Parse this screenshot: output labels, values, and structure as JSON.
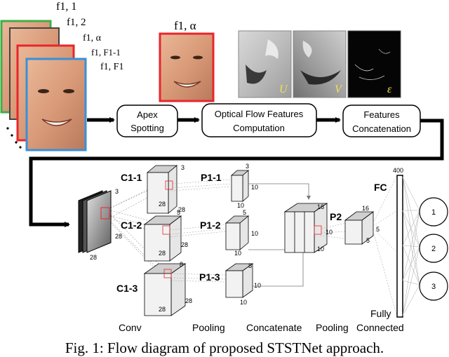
{
  "frames": {
    "labels": [
      "f1, 1",
      "f1, 2",
      "f1, α",
      "f1, F1-1",
      "f1, F1"
    ]
  },
  "apex_frame": {
    "label": "f1, α"
  },
  "flow_images": {
    "labels": [
      "U",
      "V",
      "ε"
    ]
  },
  "process_boxes": [
    {
      "line1": "Apex",
      "line2": "Spotting"
    },
    {
      "line1": "Optical Flow Features",
      "line2": "Computation"
    },
    {
      "line1": "Features",
      "line2": "Concatenation"
    }
  ],
  "input": {
    "depth": "3",
    "h": "28",
    "w": "28"
  },
  "conv_layers": [
    {
      "name": "C1-1",
      "depth": "3",
      "h": "28",
      "w": "28"
    },
    {
      "name": "C1-2",
      "depth": "5",
      "h": "28",
      "w": "28"
    },
    {
      "name": "C1-3",
      "depth": "8",
      "h": "28",
      "w": "28"
    }
  ],
  "pool_layers": [
    {
      "name": "P1-1",
      "depth": "3",
      "h": "10",
      "w": "10"
    },
    {
      "name": "P1-2",
      "depth": "5",
      "h": "10",
      "w": "10"
    },
    {
      "name": "P1-3",
      "depth": "8",
      "h": "10",
      "w": "10"
    }
  ],
  "concat": {
    "depth": "16",
    "h": "10",
    "w": "10"
  },
  "p2": {
    "name": "P2",
    "depth": "16",
    "h": "5",
    "w": "5"
  },
  "fc": {
    "name": "FC",
    "size": "400"
  },
  "outputs": [
    "1",
    "2",
    "3"
  ],
  "stage_labels": {
    "conv": "Conv",
    "pooling1": "Pooling",
    "concatenate": "Concatenate",
    "pooling2": "Pooling",
    "fully": "Fully",
    "connected": "Connected"
  },
  "caption": "Fig. 1: Flow diagram of proposed STSTNet approach.",
  "colors": {
    "frame_green": "#3fae49",
    "frame_red": "#e8262b",
    "frame_blue": "#3a8fd8",
    "flow_label": "#f5e050",
    "arrow": "#000000",
    "cube_face": "#f2f2f2",
    "cube_side": "#cfcfcf"
  }
}
